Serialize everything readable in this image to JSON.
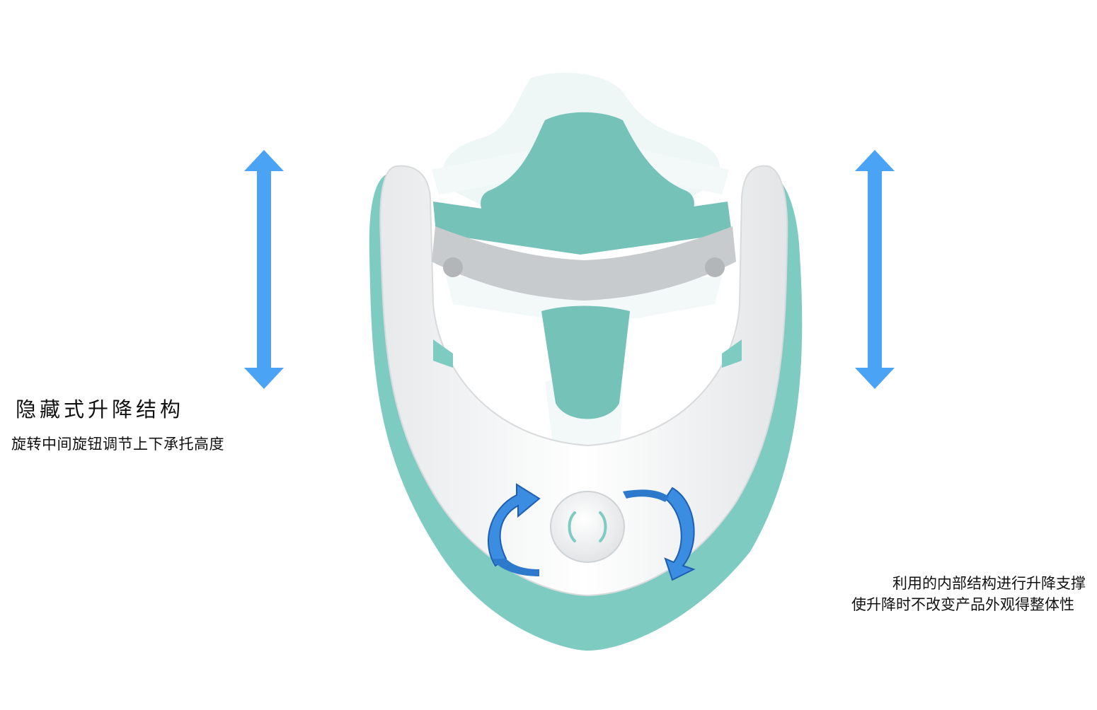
{
  "heading": {
    "title": "隐藏式升降结构",
    "subtitle": "旋转中间旋钮调节上下承托高度"
  },
  "description": {
    "line1": "利用的内部结构进行升降支撑",
    "line2": "使升降时不改变产品外观得整体性"
  },
  "colors": {
    "arrow_blue": "#4aa3f5",
    "rotate_blue": "#1f6fd1",
    "teal": "#7ecbc2",
    "shell": "#f4f5f6"
  },
  "icons": {
    "left_arrow": "vertical-double-arrow-icon",
    "right_arrow": "vertical-double-arrow-icon",
    "rotate": "rotate-arrows-icon"
  }
}
